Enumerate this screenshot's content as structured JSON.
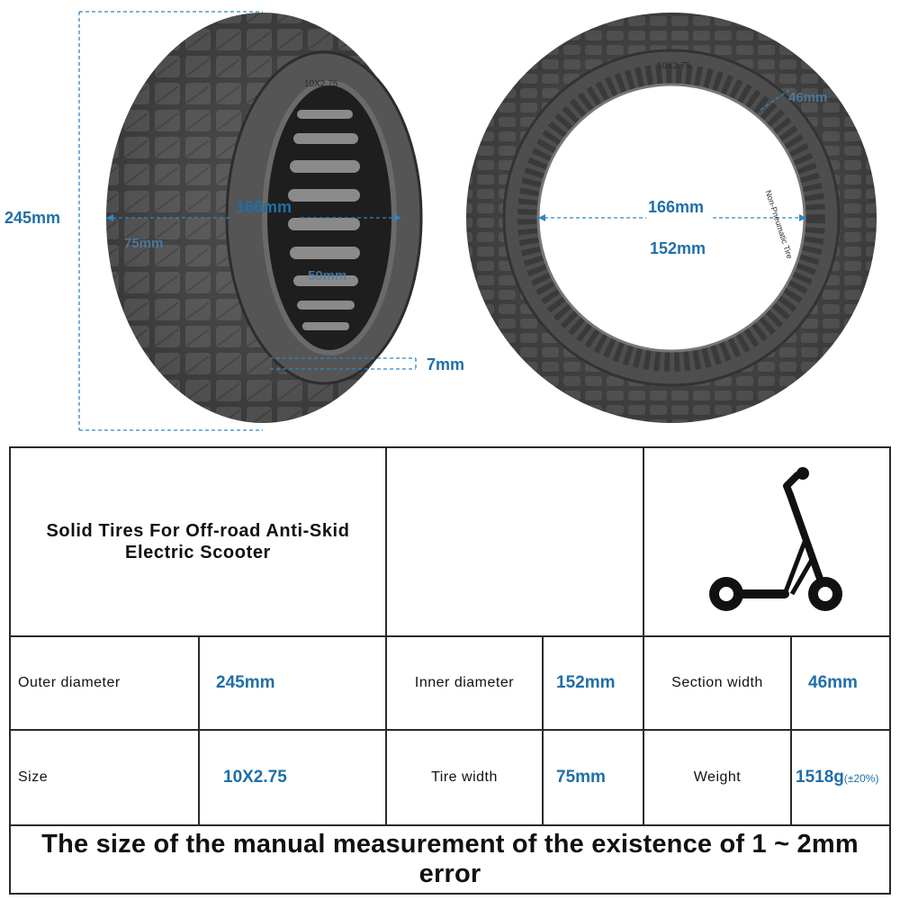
{
  "dimensions": {
    "outer_height": "245mm",
    "left_inner_diameter": "166mm",
    "tire_width_label": "75mm",
    "rim_slot_label": "50mm",
    "wall_thickness": "7mm",
    "right_inner_outer": "166mm",
    "right_inner_inner": "152mm",
    "section_width_label": "46mm"
  },
  "tire_markings": {
    "size_stamp": "10X2.75",
    "side_text": "Non-Pneumatic Tire"
  },
  "table": {
    "title": "Solid Tires For Off-road Anti-Skid Electric Scooter",
    "scooter_icon": "electric-scooter-icon",
    "row1": {
      "outer_diameter_label": "Outer diameter",
      "outer_diameter_value": "245mm",
      "inner_diameter_label": "Inner diameter",
      "inner_diameter_value": "152mm",
      "section_width_label": "Section width",
      "section_width_value": "46mm"
    },
    "row2": {
      "size_label": "Size",
      "size_value": "10X2.75",
      "tire_width_label": "Tire width",
      "tire_width_value": "75mm",
      "weight_label": "Weight",
      "weight_value": "1518g",
      "weight_tolerance": "(±20%)"
    },
    "note": "The size of the manual measurement of the existence of 1 ~ 2mm error"
  },
  "colors": {
    "dimension_blue": "#1f6fa8",
    "tire_rubber": "#4a4a4a",
    "border": "#2a2a2a"
  }
}
